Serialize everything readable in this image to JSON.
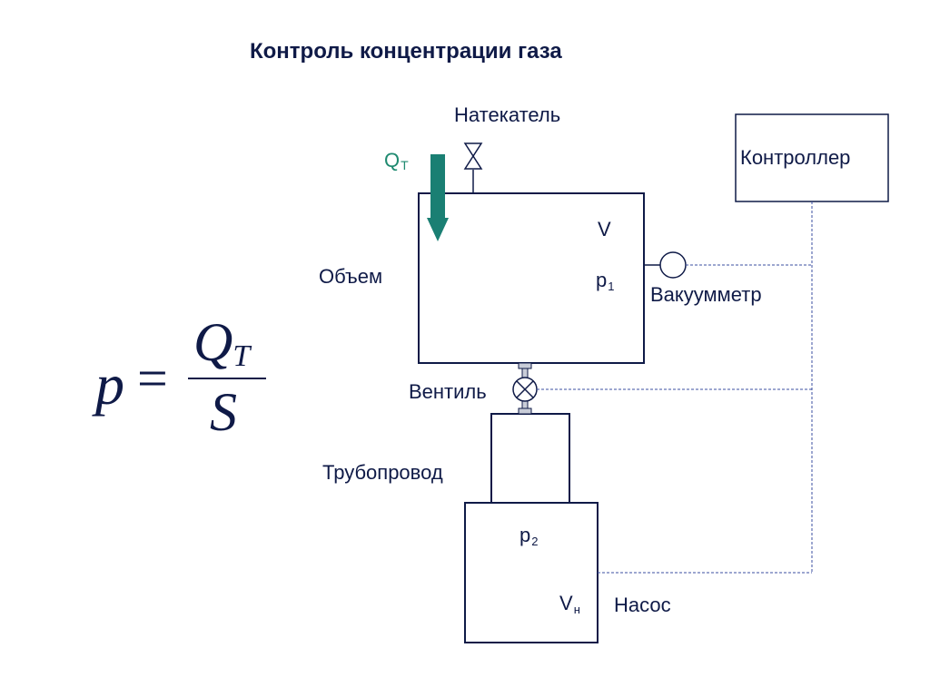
{
  "title": "Контроль концентрации газа",
  "labels": {
    "leak_valve": "Натекатель",
    "flow_symbol": "Q",
    "flow_sub": "Т",
    "controller": "Контроллер",
    "chamber_volume": "V",
    "chamber_pressure": "p",
    "chamber_pressure_sub": "1",
    "chamber": "Объем",
    "vacuum_gauge": "Вакуумметр",
    "valve": "Вентиль",
    "pipeline": "Трубопровод",
    "pump_pressure": "p",
    "pump_pressure_sub": "2",
    "pump_volume": "V",
    "pump_volume_sub": "н",
    "pump": "Насос"
  },
  "formula": {
    "lhs": "p",
    "eq": "=",
    "numerator": "Q",
    "numerator_sub": "T",
    "denominator": "S"
  },
  "colors": {
    "ink": "#0f1a47",
    "flow_arrow": "#1a7f73",
    "signal_line": "#3b4fa0"
  },
  "icons": {
    "leak_valve": "bowtie-valve-icon",
    "gauge": "circle-gauge-icon",
    "valve": "crossed-circle-valve-icon"
  }
}
